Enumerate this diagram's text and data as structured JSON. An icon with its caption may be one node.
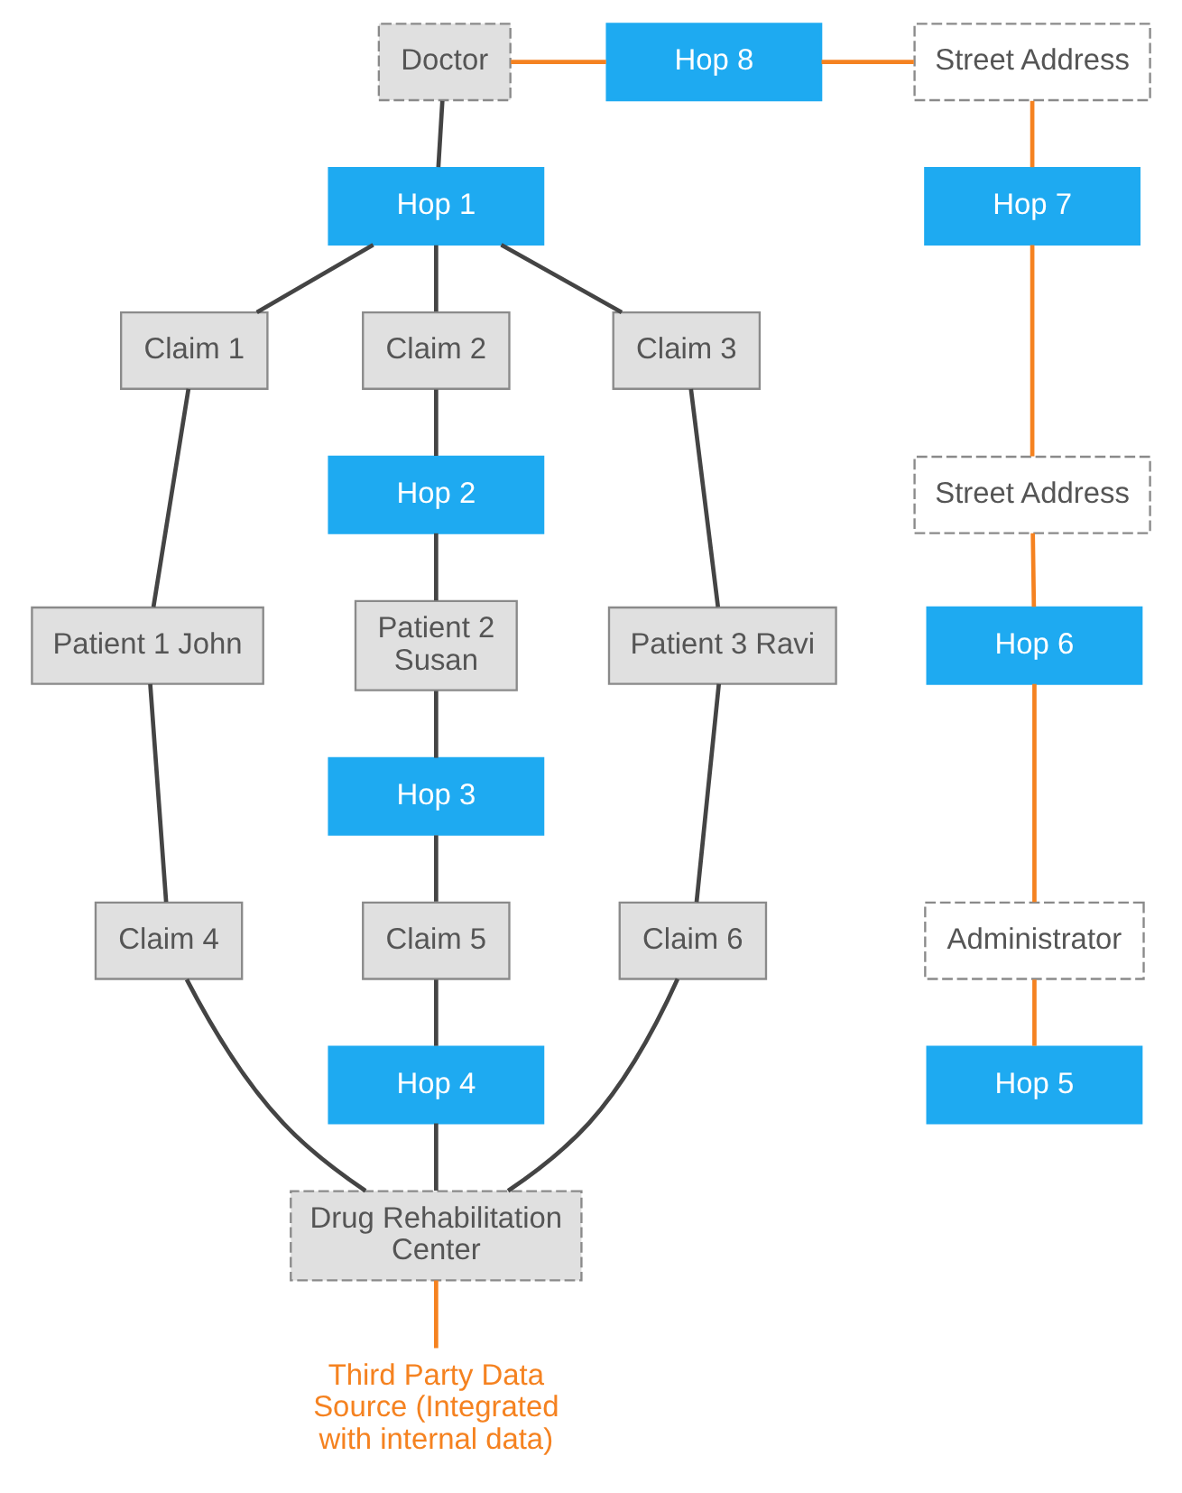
{
  "diagram": {
    "nodes": [
      {
        "text": [
          "Doctor"
        ]
      },
      {
        "text": [
          "Hop 8"
        ]
      },
      {
        "text": [
          "Street Address"
        ]
      },
      {
        "text": [
          "Hop 1"
        ]
      },
      {
        "text": [
          "Hop 7"
        ]
      },
      {
        "text": [
          "Claim 1"
        ]
      },
      {
        "text": [
          "Claim 2"
        ]
      },
      {
        "text": [
          "Claim 3"
        ]
      },
      {
        "text": [
          "Hop 2"
        ]
      },
      {
        "text": [
          "Street Address"
        ]
      },
      {
        "text": [
          "Patient 1 John"
        ]
      },
      {
        "text": [
          "Patient 2 Susan"
        ]
      },
      {
        "text": [
          "Patient 3 Ravi"
        ]
      },
      {
        "text": [
          "Hop 6"
        ]
      },
      {
        "text": [
          "Hop 3"
        ]
      },
      {
        "text": [
          "Claim 4"
        ]
      },
      {
        "text": [
          "Claim 5"
        ]
      },
      {
        "text": [
          "Claim 6"
        ]
      },
      {
        "text": [
          "Administrator"
        ]
      },
      {
        "text": [
          "Hop 4"
        ]
      },
      {
        "text": [
          "Hop 5"
        ]
      },
      {
        "text": [
          "Third Party Data Source (Integrated with internal data)"
        ]
      },
      {
        "text": [
          "Drug Rehabilitation Center"
        ]
      }
    ],
    "edges": [
      {
        "from": 0,
        "to": 3,
        "arrow": "none"
      },
      {
        "from": 3,
        "to": 5,
        "arrow": "none"
      },
      {
        "from": 3,
        "to": 6,
        "arrow": "none"
      },
      {
        "from": 3,
        "to": 7,
        "arrow": "none"
      },
      {
        "from": 5,
        "to": 10,
        "arrow": "none"
      },
      {
        "from": 6,
        "to": 8,
        "arrow": "none"
      },
      {
        "from": 8,
        "to": 11,
        "arrow": "none"
      },
      {
        "from": 7,
        "to": 12,
        "arrow": "none"
      },
      {
        "from": 10,
        "to": 15,
        "arrow": "none"
      },
      {
        "from": 11,
        "to": 14,
        "arrow": "none"
      },
      {
        "from": 14,
        "to": 16,
        "arrow": "none"
      },
      {
        "from": 12,
        "to": 17,
        "arrow": "none"
      },
      {
        "from": 15,
        "to": 22,
        "arrow": "none"
      },
      {
        "from": 16,
        "to": 19,
        "arrow": "none"
      },
      {
        "from": 19,
        "to": 22,
        "arrow": "none"
      },
      {
        "from": 17,
        "to": 22,
        "arrow": "none"
      },
      {
        "from": 0,
        "to": 1,
        "arrow": "none",
        "color": "#f58220"
      },
      {
        "from": 1,
        "to": 2,
        "arrow": "none",
        "color": "#f58220"
      },
      {
        "from": 2,
        "to": 4,
        "arrow": "none",
        "color": "#f58220"
      },
      {
        "from": 4,
        "to": 9,
        "arrow": "none",
        "color": "#f58220"
      },
      {
        "from": 9,
        "to": 13,
        "arrow": "none",
        "color": "#f58220"
      },
      {
        "from": 13,
        "to": 18,
        "arrow": "none",
        "color": "#f58220"
      },
      {
        "from": 18,
        "to": 20,
        "arrow": "none",
        "color": "#f58220"
      },
      {
        "from": 22,
        "to": 21,
        "arrow": "none",
        "color": "#f58220"
      }
    ]
  }
}
